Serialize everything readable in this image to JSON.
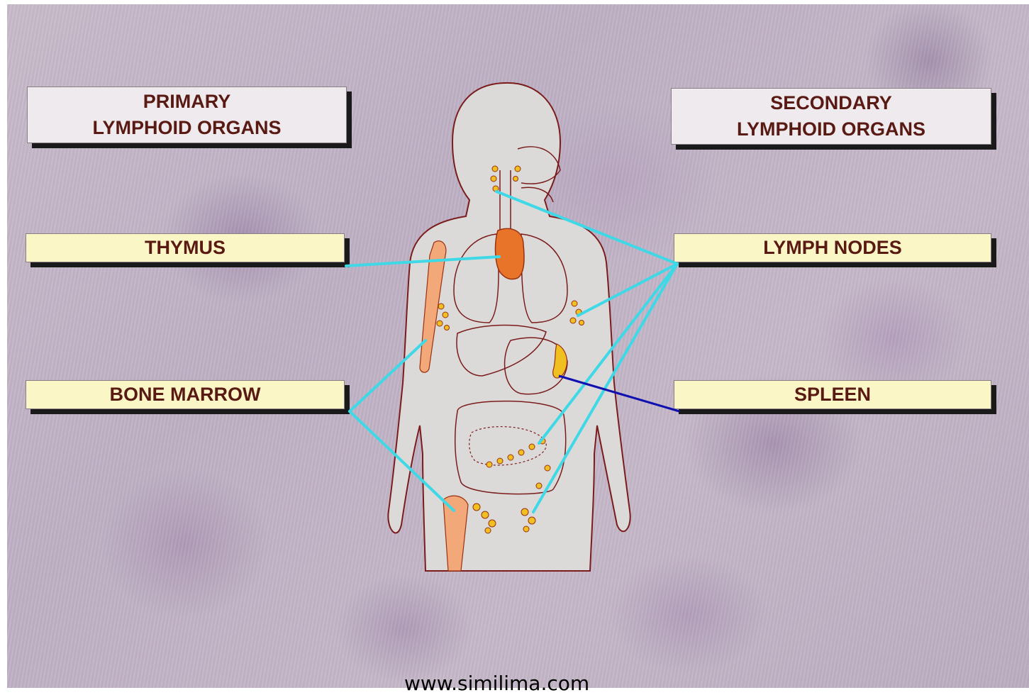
{
  "headers": {
    "primary": [
      "PRIMARY",
      "LYMPHOID ORGANS"
    ],
    "secondary": [
      "SECONDARY",
      "LYMPHOID ORGANS"
    ]
  },
  "labels": {
    "thymus": "THYMUS",
    "bone_marrow": "BONE MARROW",
    "lymph_nodes": "LYMPH NODES",
    "spleen": "SPLEEN"
  },
  "footer": "www.similima.com",
  "colors": {
    "header_box": "#eeeaed",
    "label_box": "#fbf6c6",
    "label_text": "#5a1a14",
    "pointer_cyan": "#3fd8e6",
    "pointer_blue": "#1010b0",
    "organ_orange": "#e8742a",
    "node_yellow": "#f0c020",
    "body_fill": "#dcdad8",
    "outline": "#7a1c1c"
  }
}
